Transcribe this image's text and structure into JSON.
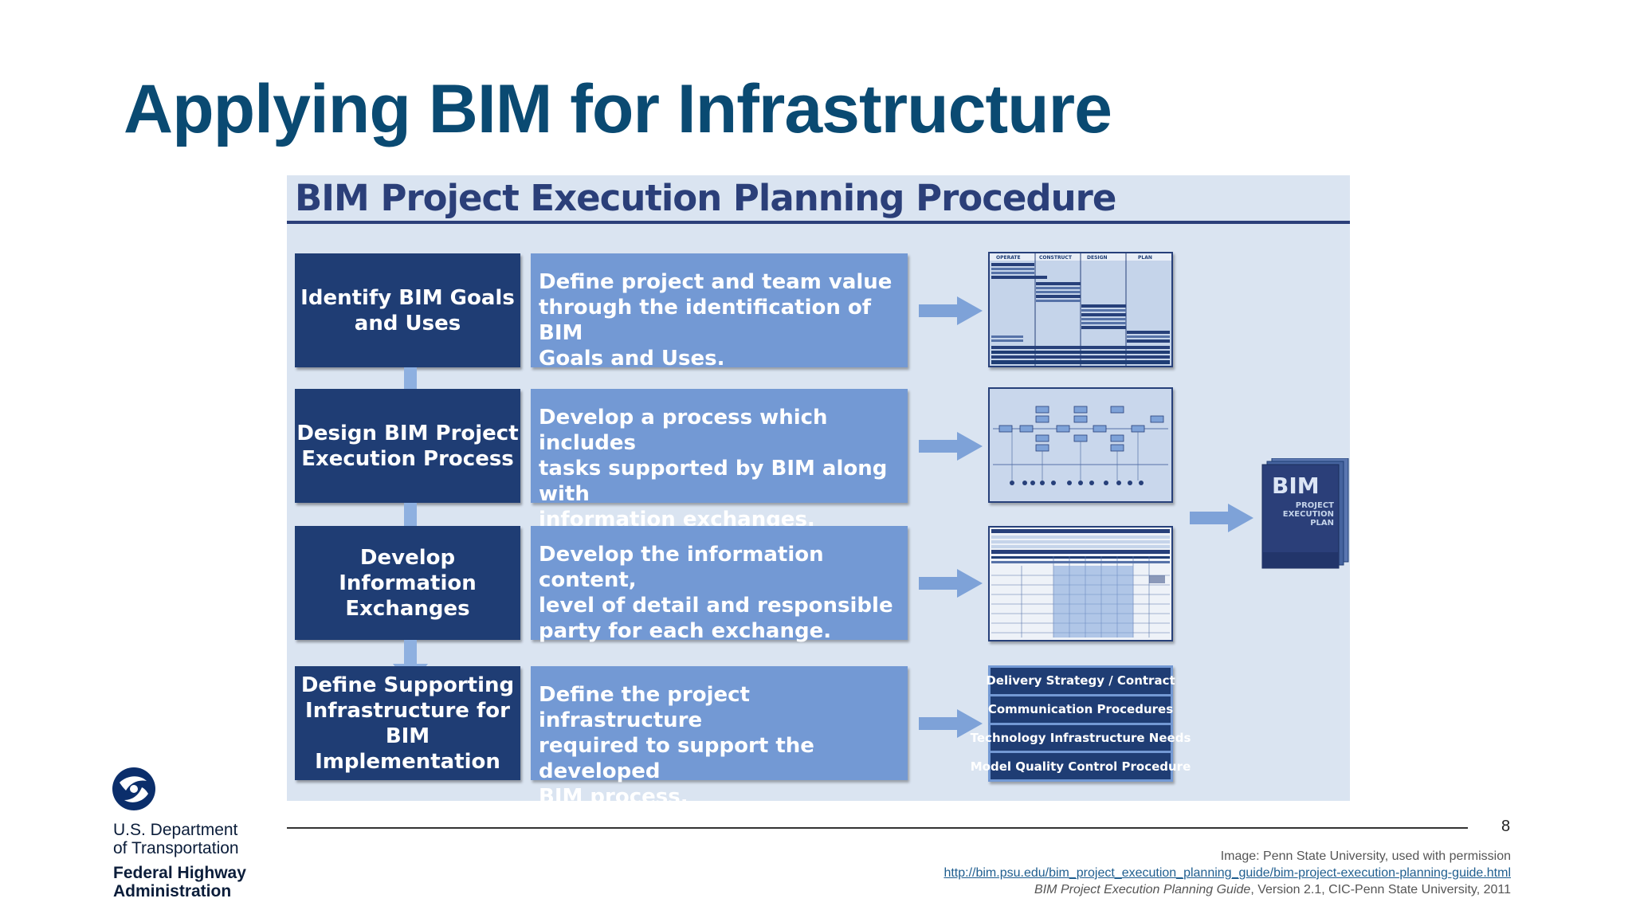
{
  "slide": {
    "title": "Applying BIM for Infrastructure",
    "page_number": "8"
  },
  "figure": {
    "title": "BIM Project Execution Planning Procedure",
    "steps": [
      {
        "label": "Identify BIM Goals\nand Uses",
        "description": "Define project and team value\nthrough the identification of BIM\nGoals and Uses."
      },
      {
        "label": "Design BIM Project\nExecution Process",
        "description": "Develop a process which includes\ntasks supported by BIM along with\ninformation exchanges."
      },
      {
        "label": "Develop Information\nExchanges",
        "description": "Develop the information content,\nlevel of detail and responsible\nparty for each exchange."
      },
      {
        "label": "Define Supporting\nInfrastructure for BIM\nImplementation",
        "description": "Define the project infrastructure\nrequired to support the developed\nBIM process."
      }
    ],
    "goals_thumbnail_headers": [
      "OPERATE",
      "CONSTRUCT",
      "DESIGN",
      "PLAN"
    ],
    "plan_items": [
      "Delivery Strategy / Contract",
      "Communication Procedures",
      "Technology Infrastructure Needs",
      "Model Quality Control Procedure"
    ],
    "book": {
      "title": "BIM",
      "subtitle_lines": [
        "PROJECT",
        "EXECUTION",
        "PLAN"
      ]
    }
  },
  "branding": {
    "dept_line1": "U.S. Department",
    "dept_line2": "of Transportation",
    "agency_line1": "Federal Highway",
    "agency_line2": "Administration"
  },
  "credits": {
    "line1": "Image: Penn State University, used with permission",
    "url": "http://bim.psu.edu/bim_project_execution_planning_guide/bim-project-execution-planning-guide.html",
    "guide_title": "BIM Project Execution Planning Guide",
    "guide_rest": ", Version 2.1, CIC-Penn State University, 2011"
  },
  "colors": {
    "title": "#0a4a72",
    "step_box": "#1f3d74",
    "description_box": "#7399d4",
    "figure_background": "#dae4f1"
  }
}
